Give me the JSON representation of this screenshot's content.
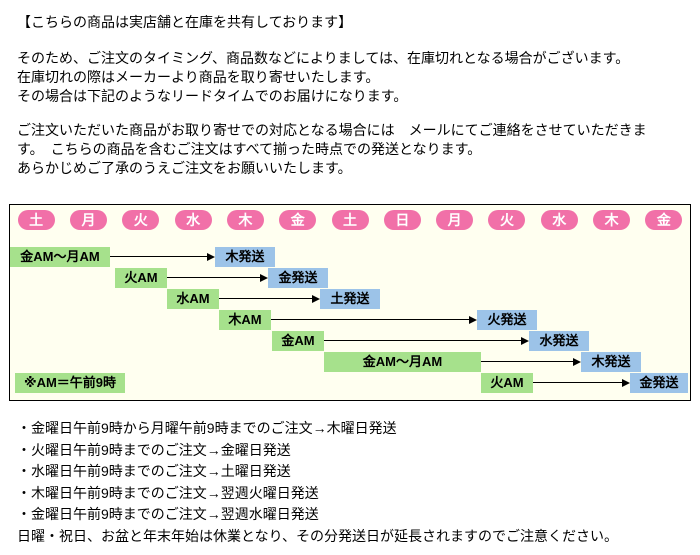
{
  "colors": {
    "day_pill": "#f170a8",
    "order_box": "#a6e18c",
    "ship_box": "#9cc3e8",
    "diagram_bg": "#fffff0"
  },
  "notice": {
    "title": "【こちらの商品は実店舗と在庫を共有しております】",
    "para1": [
      "そのため、ご注文のタイミング、商品数などによりましては、在庫切れとなる場合がございます。",
      "在庫切れの際はメーカーより商品を取り寄せいたします。",
      "その場合は下記のようなリードタイムでのお届けになります。"
    ],
    "para2": [
      "ご注文いただいた商品がお取り寄せでの対応となる場合には　メールにてご連絡をさせていただきま",
      "す。　こちらの商品を含むご注文はすべて揃った時点での発送となります。",
      "あらかじめご了承のうえご注文をお願いいたします。"
    ]
  },
  "diagram": {
    "days": [
      "土",
      "月",
      "火",
      "水",
      "木",
      "金",
      "土",
      "日",
      "月",
      "火",
      "水",
      "木",
      "金"
    ],
    "note": "※AM＝午前9時",
    "rows": [
      {
        "order": "金AM～月AM",
        "ship": "木発送"
      },
      {
        "order": "火AM",
        "ship": "金発送"
      },
      {
        "order": "水AM",
        "ship": "土発送"
      },
      {
        "order": "木AM",
        "ship": "火発送"
      },
      {
        "order": "金AM",
        "ship": "水発送"
      },
      {
        "order": "金AM～月AM",
        "ship": "木発送"
      },
      {
        "order": "火AM",
        "ship": "金発送"
      }
    ]
  },
  "footnotes": [
    "・金曜日午前9時から月曜午前9時までのご注文→木曜日発送",
    "・火曜日午前9時までのご注文→金曜日発送",
    "・水曜日午前9時までのご注文→土曜日発送",
    "・木曜日午前9時までのご注文→翌週火曜日発送",
    "・金曜日午前9時までのご注文→翌週水曜日発送",
    "日曜・祝日、お盆と年末年始は休業となり、その分発送日が延長されますのでご注意ください。"
  ]
}
